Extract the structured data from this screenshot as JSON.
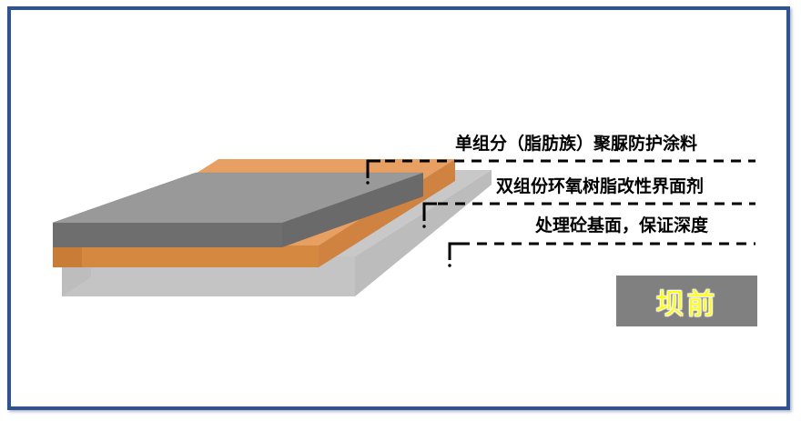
{
  "frame": {
    "border_color": "#2e5395"
  },
  "diagram": {
    "title_badge": {
      "label": "坝前",
      "background_color": "#808080",
      "text_color": "#ffff00"
    },
    "layers": [
      {
        "id": "topcoat",
        "label": "单组分（脂肪族）聚脲防护涂料",
        "top_color": "#999999",
        "edge_color": "#6e6e6e"
      },
      {
        "id": "interface",
        "label": "双组份环氧树脂改性界面剂",
        "top_color": "#e8a062",
        "edge_color": "#d4883f"
      },
      {
        "id": "substrate",
        "label": "处理砼基面，保证深度",
        "top_color": "#c8c8c8",
        "edge_color": "#b4b4b4"
      }
    ]
  }
}
